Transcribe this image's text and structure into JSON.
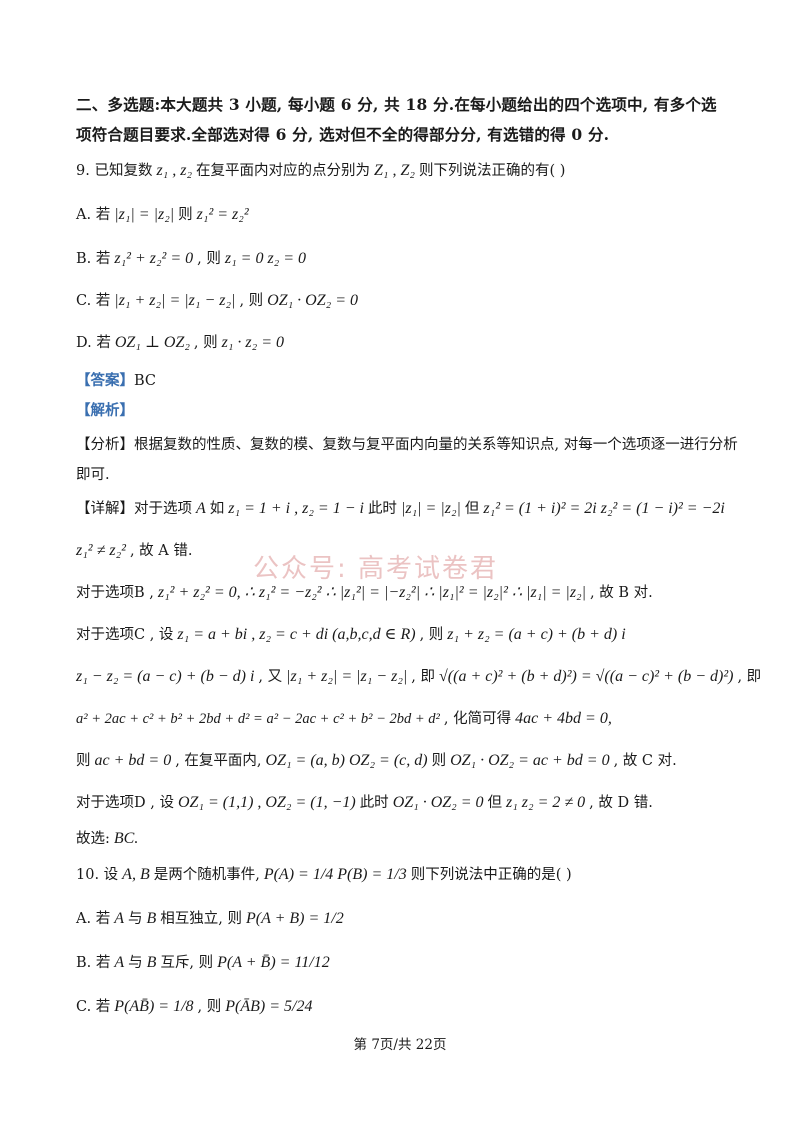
{
  "section": {
    "line1": "二、多选题:本大题共 3 小题, 每小题 6 分, 共 18 分.在每小题给出的四个选项中, 有多个选",
    "line2": "项符合题目要求.全部选对得 6 分, 选对但不全的得部分分, 有选错的得 0 分."
  },
  "q9": {
    "stem_a": "9. 已知复数",
    "stem_m": "z₁ , z₂",
    "stem_b": "在复平面内对应的点分别为",
    "stem_m2": "Z₁ , Z₂",
    "stem_c": "则下列说法正确的有(      )",
    "A_pre": "A. 若",
    "A_m": "|z₁| = |z₂|",
    "A_mid": "则",
    "A_m2": "z₁² = z₂²",
    "B_pre": "B. 若",
    "B_m": "z₁² + z₂² = 0",
    "B_mid": ", 则",
    "B_m2": "z₁ = 0  z₂ = 0",
    "C_pre": "C. 若",
    "C_m": "|z₁ + z₂| = |z₁ − z₂|",
    "C_mid": ", 则",
    "C_m2": "OZ₁ · OZ₂ = 0",
    "D_pre": "D. 若",
    "D_m": "OZ₁ ⊥ OZ₂",
    "D_mid": ", 则",
    "D_m2": "z₁ · z₂ = 0"
  },
  "answer": {
    "label": "【答案】",
    "value": "BC"
  },
  "jiexi": {
    "label": "【解析】"
  },
  "fenxi": {
    "line1": "【分析】根据复数的性质、复数的模、复数与复平面内向量的关系等知识点, 对每一个选项逐一进行分析",
    "line2": "即可."
  },
  "detail": {
    "a1": "【详解】对于选项",
    "a1_opt": "A",
    "a1_b": "如",
    "a1_m": "z₁ = 1 + i , z₂ = 1 − i",
    "a1_c": "此时",
    "a1_m2": "|z₁| = |z₂|",
    "a1_d": "但",
    "a1_m3": "z₁² = (1 + i)² = 2i     z₂² = (1 − i)² = −2i",
    "a2_m": "z₁² ≠ z₂²",
    "a2_t": ", 故 A 错.",
    "b_pre": "对于选项B ,",
    "b_m": "z₁² + z₂² = 0,   ∴ z₁² = −z₂²   ∴ |z₁²| = |−z₂²|   ∴ |z₁|² = |z₂|²   ∴ |z₁| = |z₂|",
    "b_t": ", 故 B 对.",
    "c1_pre": "对于选项C , 设",
    "c1_m": "z₁ = a + bi ,   z₂ = c + di (a,b,c,d ∈ R)",
    "c1_mid": ", 则",
    "c1_m2": "z₁ + z₂ = (a + c) + (b + d) i",
    "c2_m": "z₁ − z₂ = (a − c) + (b − d) i",
    "c2_mid": ", 又",
    "c2_m2": "|z₁ + z₂| = |z₁ − z₂|",
    "c2_t": ", 即",
    "c2_m3": "√((a + c)² + (b + d)²) = √((a − c)² + (b − d)²)",
    "c2_t2": ", 即",
    "c3_m": "a² + 2ac + c² + b² + 2bd + d² = a² − 2ac + c² + b² − 2bd + d²",
    "c3_t": ", 化简可得",
    "c3_m2": "4ac + 4bd = 0,",
    "c4_pre": "则",
    "c4_m": "ac + bd = 0",
    "c4_t": ", 在复平面内,",
    "c4_m2": "OZ₁ = (a, b)    OZ₂ = (c, d)",
    "c4_t2": "则",
    "c4_m3": "OZ₁ · OZ₂ = ac + bd = 0",
    "c4_t3": ", 故 C 对.",
    "d_pre": "对于选项D , 设",
    "d_m": "OZ₁ = (1,1) ,   OZ₂ = (1, −1)",
    "d_t": "此时",
    "d_m2": "OZ₁ · OZ₂ = 0",
    "d_t2": "但",
    "d_m3": "z₁ z₂ = 2 ≠ 0",
    "d_t3": ", 故 D 错.",
    "conc_pre": "故选:",
    "conc_m": "BC."
  },
  "q10": {
    "stem_a": "10. 设",
    "stem_m": "A, B",
    "stem_b": "是两个随机事件,",
    "stem_m2": "P(A) = 1/4    P(B) = 1/3",
    "stem_c": "则下列说法中正确的是(      )",
    "A_pre": "A. 若",
    "A_m": "A",
    "A_b": "与",
    "A_m2": "B",
    "A_c": "相互独立, 则",
    "A_m3": "P(A + B) = 1/2",
    "B_pre": "B. 若",
    "B_m": "A",
    "B_b": "与",
    "B_m2": "B",
    "B_c": "互斥, 则",
    "B_m3": "P(A + B̄) = 11/12",
    "C_pre": "C. 若",
    "C_m": "P(AB̄) = 1/8",
    "C_mid": ", 则",
    "C_m2": "P(ĀB) = 5/24"
  },
  "watermark": "公众号: 高考试卷君",
  "footer": "第 7页/共 22页"
}
